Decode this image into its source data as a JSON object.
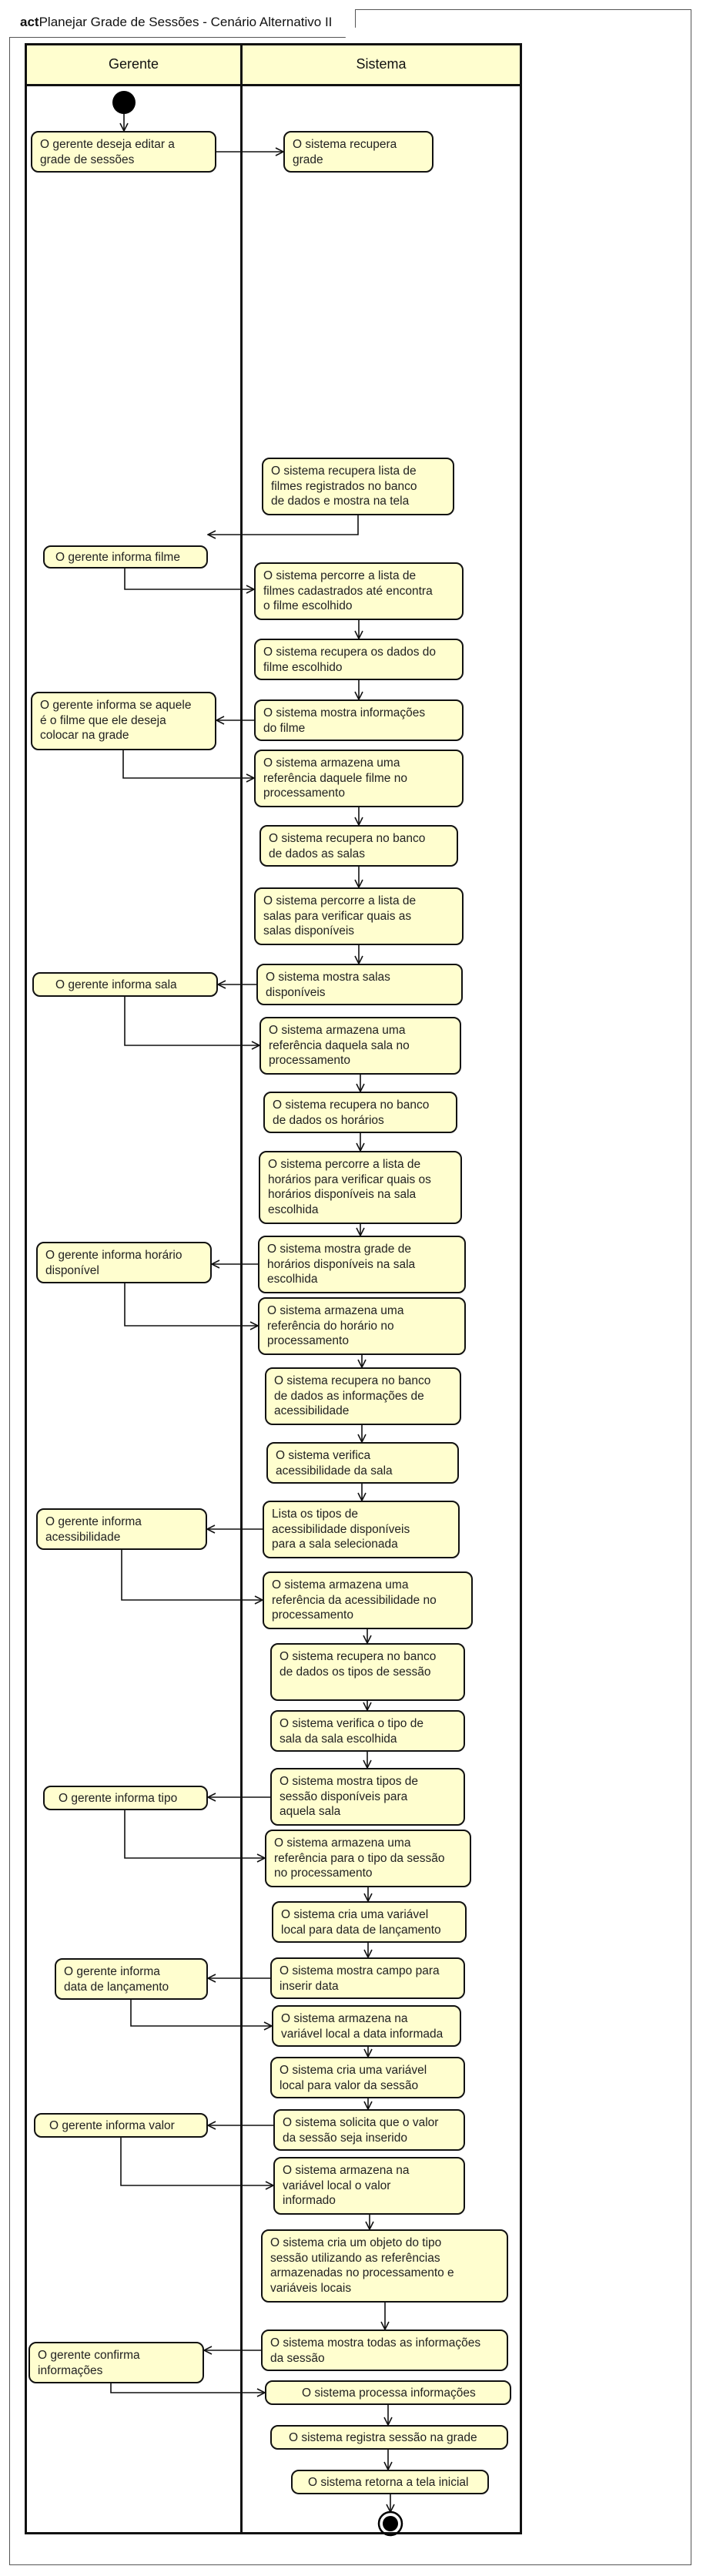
{
  "frame_title": {
    "keyword": "act",
    "name": "Planejar Grade de Sessões - Cenário Alternativo II"
  },
  "lanes": {
    "gerente": "Gerente",
    "sistema": "Sistema"
  },
  "nodes": {
    "g1": "O gerente deseja editar a\ngrade de sessões",
    "s1": "O sistema recupera\ngrade",
    "s2": "O sistema recupera lista de\nfilmes registrados no banco\nde dados e mostra na tela",
    "g2": "O gerente informa filme",
    "s3": "O sistema percorre a lista de\nfilmes cadastrados até encontra\no filme escolhido",
    "s4": "O sistema recupera os dados do\nfilme escolhido",
    "g3": "O gerente informa se aquele\né o filme que ele deseja\ncolocar na grade",
    "s5": "O sistema mostra informações\ndo filme",
    "s6": "O sistema armazena uma\nreferência daquele filme no\nprocessamento",
    "s7": "O sistema recupera no banco\nde dados as salas",
    "s8": "O sistema percorre a lista de\nsalas para verificar quais as\nsalas disponíveis",
    "g4": "O gerente informa sala",
    "s9": "O sistema mostra salas\ndisponíveis",
    "s10": "O sistema armazena uma\nreferência daquela sala no\nprocessamento",
    "s11": "O sistema recupera no banco\nde dados os horários",
    "s12": "O sistema percorre a lista de\nhorários para verificar quais os\nhorários disponíveis na sala\nescolhida",
    "g5": "O gerente informa horário\ndisponível",
    "s13": "O sistema mostra grade de\nhorários disponíveis na sala\nescolhida",
    "s14": "O sistema armazena uma\nreferência do horário no\nprocessamento",
    "s15": "O sistema recupera no banco\nde dados as informações de\nacessibilidade",
    "s16": "O sistema verifica\nacessibilidade da sala",
    "g6": "O gerente informa\nacessibilidade",
    "s17": "Lista os tipos de\nacessibilidade disponíveis\npara a sala selecionada",
    "s18": "O sistema armazena uma\nreferência da acessibilidade  no\nprocessamento",
    "s19": "O sistema recupera no banco\nde dados os tipos de sessão",
    "s20": "O sistema verifica o tipo de\nsala da sala escolhida",
    "g7": "O gerente informa tipo",
    "s21": "O sistema mostra tipos de\nsessão disponíveis para\naquela sala",
    "s22": "O sistema armazena uma\nreferência para o tipo da sessão\nno processamento",
    "s23": "O sistema cria uma variável\nlocal para data de lançamento",
    "g8": "O gerente informa\ndata de lançamento",
    "s24": "O sistema mostra campo para\ninserir data",
    "s25": "O sistema armazena na\nvariável local a data informada",
    "s26": "O sistema cria uma variável\nlocal para valor da sessão",
    "g9": "O gerente informa valor",
    "s27": "O sistema solicita que o valor\nda sessão seja inserido",
    "s28": "O sistema armazena na\nvariável local o valor\ninformado",
    "s29": "O sistema cria um objeto do tipo\nsessão utilizando as referências\narmazenadas no processamento e\nvariáveis locais",
    "g10": "O gerente confirma\ninformações",
    "s30": "O sistema mostra todas as informações\nda sessão",
    "s31": "O sistema processa informações",
    "s32": "O sistema registra sessão na grade",
    "s33": "O sistema retorna a tela inicial"
  },
  "colors": {
    "node_fill": "#fffecf",
    "stroke": "#111111",
    "frame": "#555555"
  }
}
